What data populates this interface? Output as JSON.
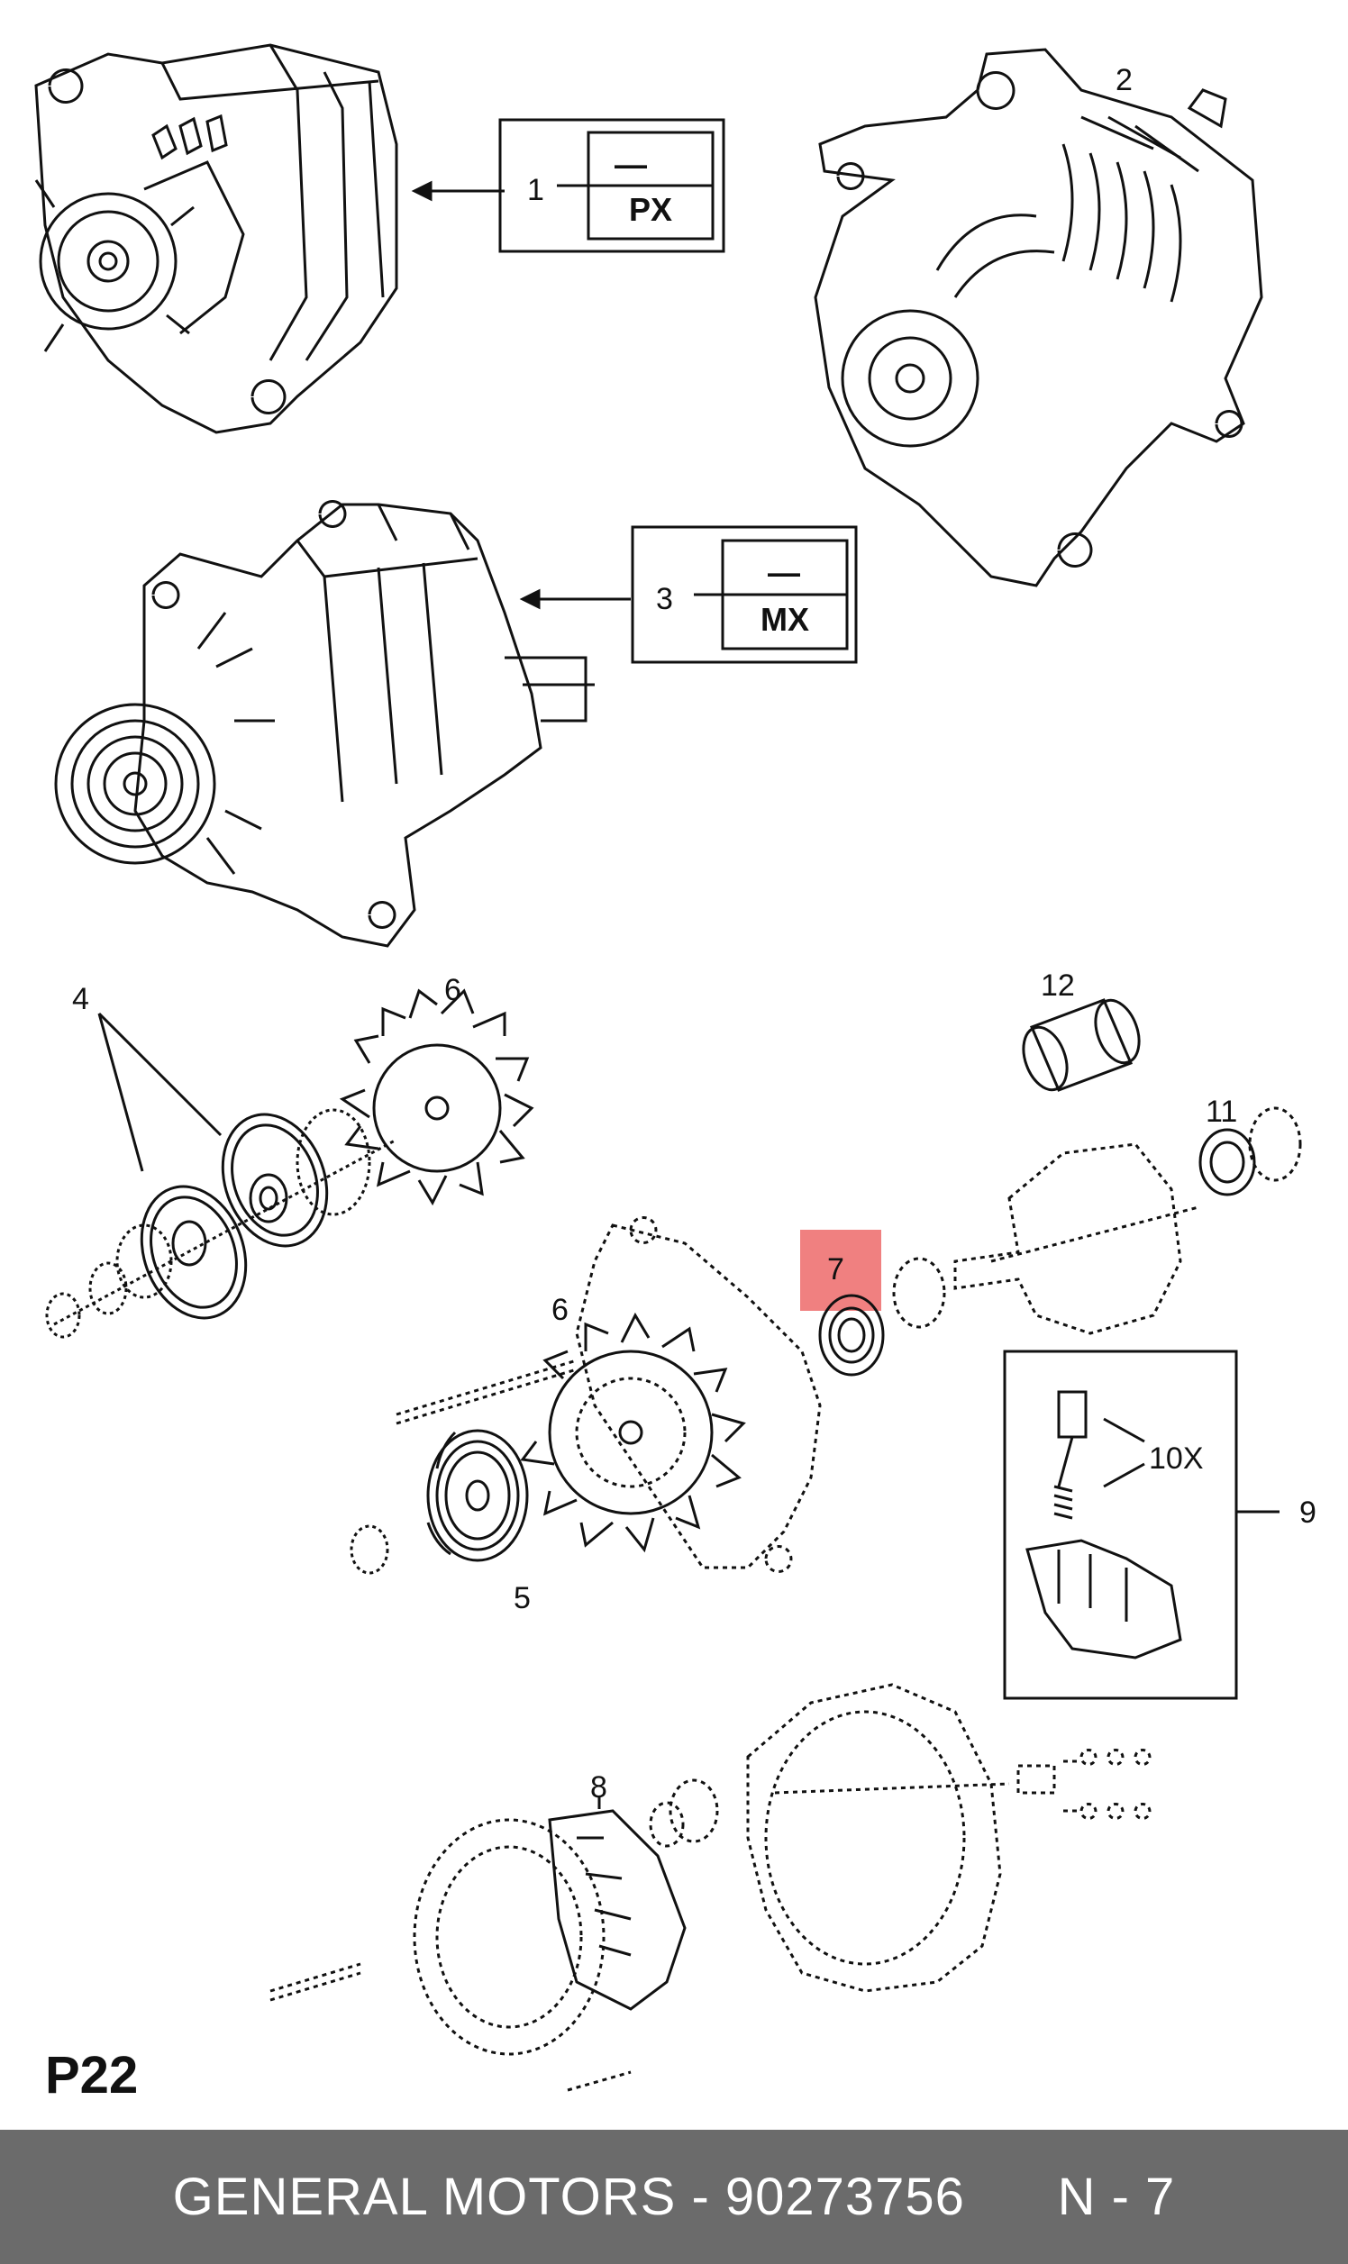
{
  "diagram": {
    "labels": {
      "l1": "1",
      "l2": "2",
      "l3": "3",
      "l4": "4",
      "l5": "5",
      "l6a": "6",
      "l6b": "6",
      "l7": "7",
      "l8": "8",
      "l9": "9",
      "l11": "11",
      "l12": "12",
      "l10x": "10X"
    },
    "code_boxes": {
      "box1": {
        "top": "—",
        "bottom": "PX"
      },
      "box3": {
        "top": "—",
        "bottom": "MX"
      }
    },
    "highlight_color": "#f08080",
    "page_code": "P22"
  },
  "footer": {
    "part_text": "GENERAL MOTORS - 90273756",
    "suffix": "N - 7",
    "background": "#6b6b6b"
  }
}
